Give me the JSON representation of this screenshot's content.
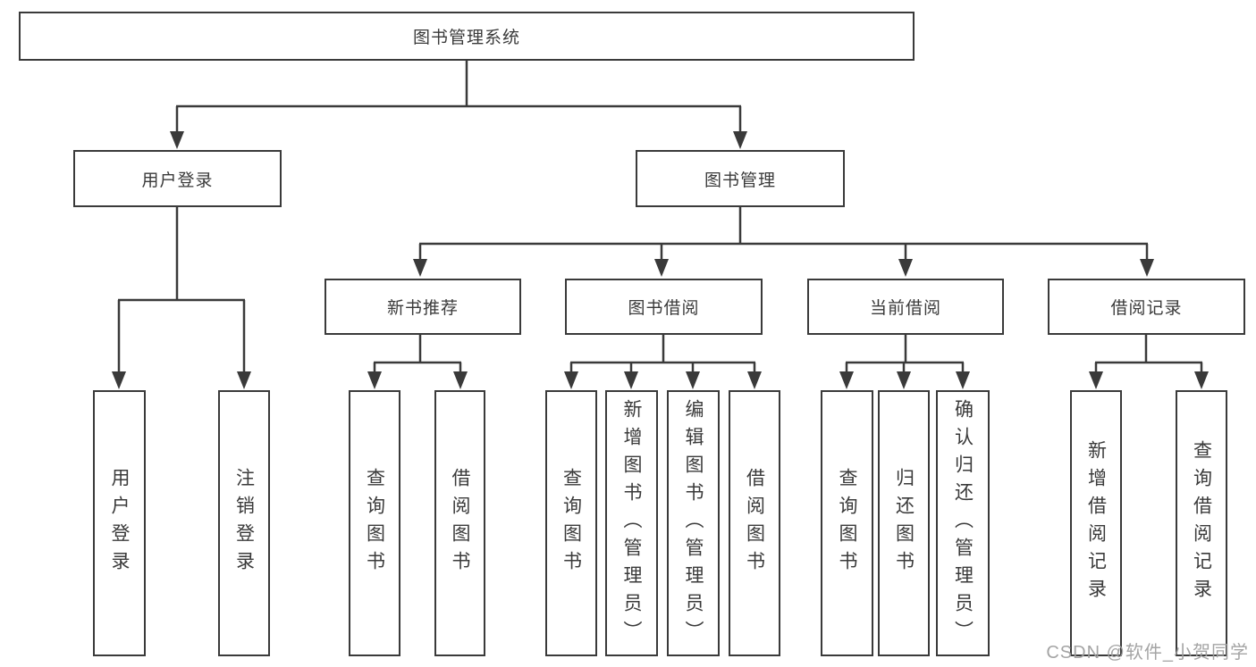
{
  "tree": {
    "label": "图书管理系统",
    "children": [
      {
        "label": "用户登录",
        "children": [
          {
            "label": "用户登录"
          },
          {
            "label": "注销登录"
          }
        ]
      },
      {
        "label": "图书管理",
        "children": [
          {
            "label": "新书推荐",
            "children": [
              {
                "label": "查询图书"
              },
              {
                "label": "借阅图书"
              }
            ]
          },
          {
            "label": "图书借阅",
            "children": [
              {
                "label": "查询图书"
              },
              {
                "label": "新增图书（管理员）"
              },
              {
                "label": "编辑图书（管理员）"
              },
              {
                "label": "借阅图书"
              }
            ]
          },
          {
            "label": "当前借阅",
            "children": [
              {
                "label": "查询图书"
              },
              {
                "label": "归还图书"
              },
              {
                "label": "确认归还（管理员）"
              }
            ]
          },
          {
            "label": "借阅记录",
            "children": [
              {
                "label": "新增借阅记录"
              },
              {
                "label": "查询借阅记录"
              }
            ]
          }
        ]
      }
    ]
  },
  "watermark": {
    "text": "CSDN @软件_小贺同学"
  },
  "colors": {
    "line": "#3a3a3a",
    "text": "#3a3a3a",
    "watermark": "#a0a0a0",
    "background": "#ffffff"
  }
}
